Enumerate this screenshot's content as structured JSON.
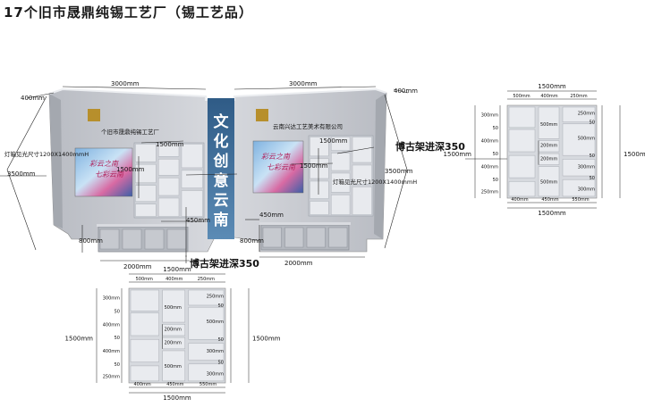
{
  "title": "17个旧市晟鼎纯锡工艺厂（锡工艺品）",
  "main": {
    "width_left": "3000mm",
    "width_right": "3000mm",
    "depth_left": "400mm",
    "depth_right": "400mm",
    "height_left": "3500mm",
    "height_right": "3500mm",
    "logo_left": "个旧市晟鼎纯锡工艺厂",
    "logo_right": "云南兴达工艺美术有限公司",
    "lightbox_left": "灯箱见光尺寸1200X1400mmH",
    "lightbox_right": "灯箱见光尺寸1200X1400mmH",
    "shelf_left_w": "1500mm",
    "shelf_left_h": "1500mm",
    "shelf_right_w": "1500mm",
    "shelf_right_h": "1500mm",
    "counter_left_h": "800mm",
    "counter_right_h": "800mm",
    "counter_left_w": "2000mm",
    "counter_right_w": "2000mm",
    "gap_left": "450mm",
    "gap_right": "450mm",
    "curio_depth_right": "博古架进深350",
    "curio_depth_bottom": "博古架进深350",
    "column_text": "文化创意云南",
    "poster_line1": "彩云之南",
    "poster_line2": "七彩云南"
  },
  "shelf_right": {
    "top_total": "1500mm",
    "top_segs": [
      "500mm",
      "400mm",
      "250mm"
    ],
    "bottom_total": "1500mm",
    "bottom_segs": [
      "400mm",
      "450mm",
      "550mm"
    ],
    "left_height": "1500mm",
    "right_height": "1500mm",
    "left_dims": [
      "300mm",
      "50",
      "400mm",
      "50",
      "400mm",
      "50",
      "250mm"
    ],
    "mid_dims": [
      "500mm",
      "200mm",
      "200mm",
      "500mm"
    ],
    "right_dims": [
      "250mm",
      "50",
      "500mm",
      "50",
      "300mm",
      "50",
      "300mm"
    ]
  },
  "shelf_bottom": {
    "top_total": "1500mm",
    "top_segs": [
      "500mm",
      "400mm",
      "250mm"
    ],
    "bottom_total": "1500mm",
    "bottom_segs": [
      "400mm",
      "450mm",
      "550mm"
    ],
    "left_height": "1500mm",
    "right_height": "1500mm",
    "left_dims": [
      "300mm",
      "50",
      "400mm",
      "50",
      "400mm",
      "50",
      "250mm"
    ],
    "mid_dims": [
      "500mm",
      "200mm",
      "200mm",
      "500mm"
    ],
    "right_dims": [
      "250mm",
      "50",
      "500mm",
      "50",
      "300mm",
      "50",
      "300mm"
    ]
  },
  "colors": {
    "panel": "#c9ccd2",
    "panel_dark": "#9da1a8",
    "column": "#3f6f9a",
    "shelf_bg": "#d3d6dc",
    "line": "#222222"
  }
}
